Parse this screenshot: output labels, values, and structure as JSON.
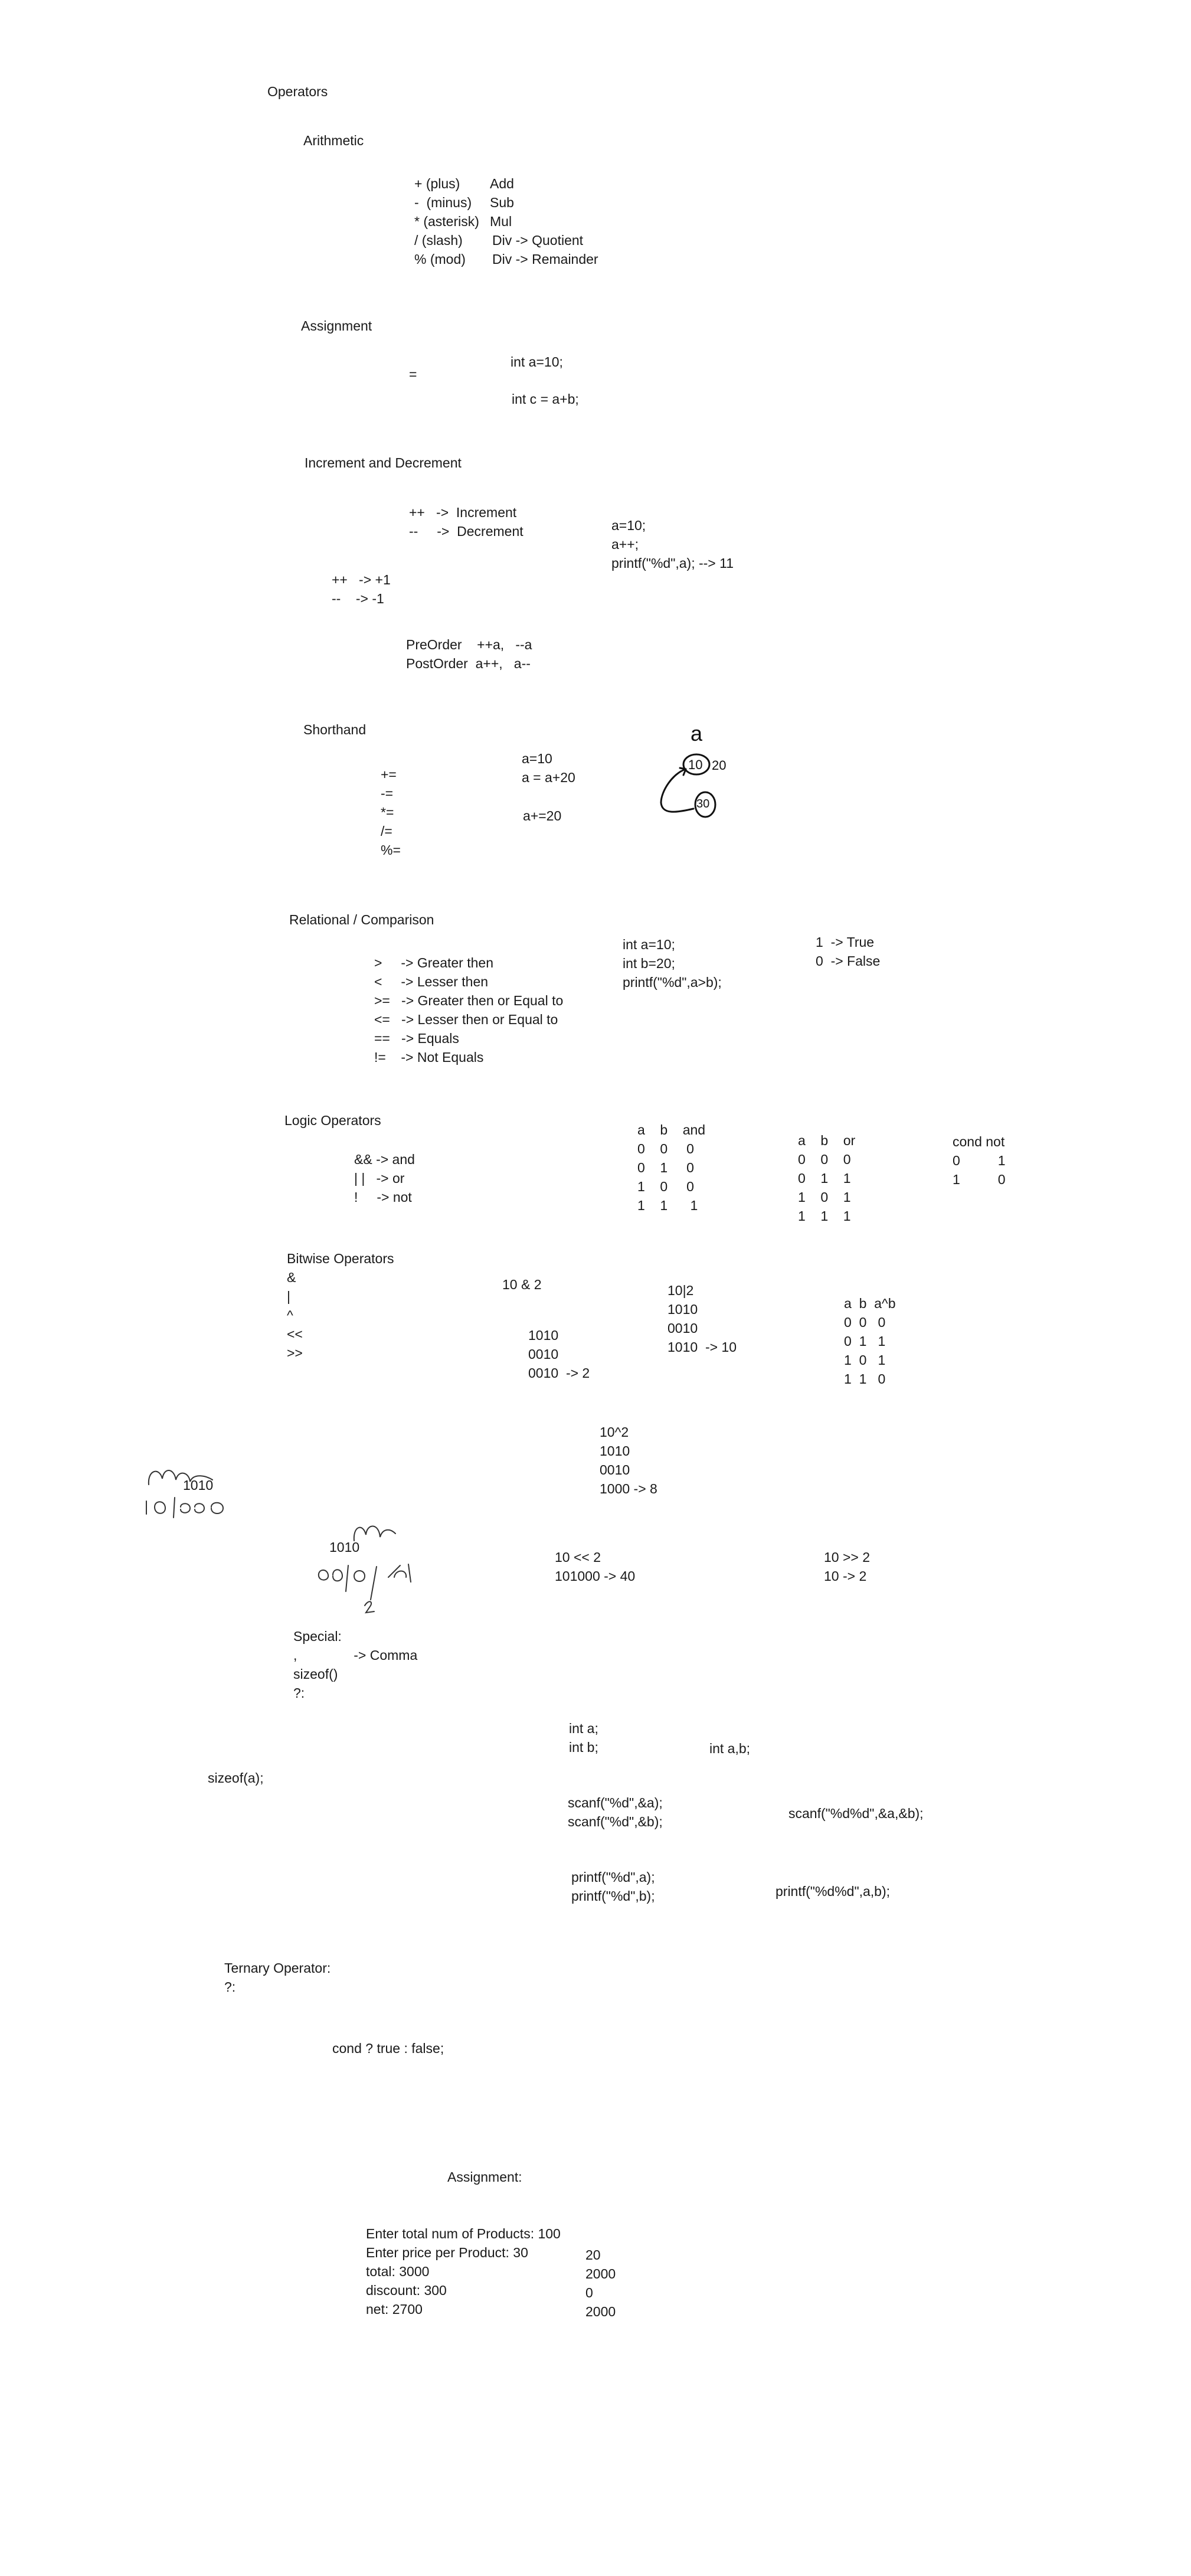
{
  "page_title": "Operators",
  "arithmetic": {
    "heading": "Arithmetic",
    "symbols": [
      "+ (plus)",
      "-  (minus)",
      "* (asterisk)",
      "/ (slash)",
      "% (mod)"
    ],
    "meanings": [
      "Add",
      "Sub",
      "Mul",
      "Div -> Quotient",
      "Div -> Remainder"
    ]
  },
  "assignment": {
    "heading": "Assignment",
    "symbol": "=",
    "example1": "int a=10;",
    "example2": "int c = a+b;"
  },
  "incdec": {
    "heading": "Increment and Decrement",
    "line1": "++   ->  Increment",
    "line2": "--     ->  Decrement",
    "code": [
      "a=10;",
      "a++;",
      "printf(\"%d\",a); --> 11"
    ],
    "plus": "++   -> +1",
    "minus": "--    -> -1",
    "preorder": "PreOrder    ++a,   --a",
    "postorder": "PostOrder  a++,   a--"
  },
  "shorthand": {
    "heading": "Shorthand",
    "ops": [
      "+=",
      "-=",
      "*=",
      "/=",
      "%="
    ],
    "ex1": "a=10",
    "ex2": "a = a+20",
    "ex3": "a+=20",
    "sketch_a": "a",
    "sketch_ten": "10",
    "sketch_twenty": "20",
    "sketch_thirty": "30"
  },
  "relational": {
    "heading": "Relational / Comparison",
    "ops": [
      ">     -> Greater then",
      "<     -> Lesser then",
      ">=   -> Greater then or Equal to",
      "<=   -> Lesser then or Equal to",
      "==   -> Equals",
      "!=    -> Not Equals"
    ],
    "code": [
      "int a=10;",
      "int b=20;",
      "printf(\"%d\",a>b);"
    ],
    "truth": [
      "1  -> True",
      "0  -> False"
    ]
  },
  "logic": {
    "heading": "Logic Operators",
    "ops": [
      "&& -> and",
      "| |   -> or",
      "!     -> not"
    ],
    "and_table": [
      "a    b    and",
      "0    0     0",
      "0    1     0",
      "1    0     0",
      "1    1      1"
    ],
    "or_table": [
      "a    b    or",
      "0    0    0",
      "0    1    1",
      "1    0    1",
      "1    1    1"
    ],
    "not_table": [
      "cond not",
      "0          1",
      "1          0"
    ]
  },
  "bitwise": {
    "heading": "Bitwise Operators",
    "ops": [
      "&",
      "|",
      "^",
      "<<",
      ">>"
    ],
    "and_title": "10 & 2",
    "and_work": [
      "1010",
      "0010",
      "0010  -> 2"
    ],
    "or_work": [
      "10|2",
      "1010",
      "0010",
      "1010  -> 10"
    ],
    "xor_table": [
      "a  b  a^b",
      "0  0   0",
      "0  1   1",
      "1  0   1",
      "1  1   0"
    ],
    "xor_work": [
      "10^2",
      "1010",
      "0010",
      "1000 -> 8"
    ],
    "scribble1": "1010",
    "scribble2": "1010",
    "shift_left": [
      "10 << 2",
      "101000 -> 40"
    ],
    "shift_right": [
      "10 >> 2",
      "10 -> 2"
    ]
  },
  "special": {
    "lines": [
      "Special:",
      ",               -> Comma",
      "sizeof()",
      "?:"
    ],
    "sizeof_call": "sizeof(a);",
    "decl_separate": [
      "int a;",
      "int b;"
    ],
    "decl_combined": "int a,b;",
    "scanf_separate": [
      "scanf(\"%d\",&a);",
      "scanf(\"%d\",&b);"
    ],
    "scanf_combined": "scanf(\"%d%d\",&a,&b);",
    "printf_separate": [
      "printf(\"%d\",a);",
      "printf(\"%d\",b);"
    ],
    "printf_combined": "printf(\"%d%d\",a,b);"
  },
  "ternary": {
    "lines": [
      "Ternary Operator:",
      "?:"
    ],
    "syntax": "cond ? true : false;"
  },
  "homework": {
    "heading": "Assignment:",
    "lines": [
      "Enter total num of Products: 100",
      "Enter price per Product: 30",
      "total: 3000",
      "discount: 300",
      "net: 2700"
    ],
    "side": [
      "20",
      "2000",
      "0",
      "2000"
    ]
  }
}
